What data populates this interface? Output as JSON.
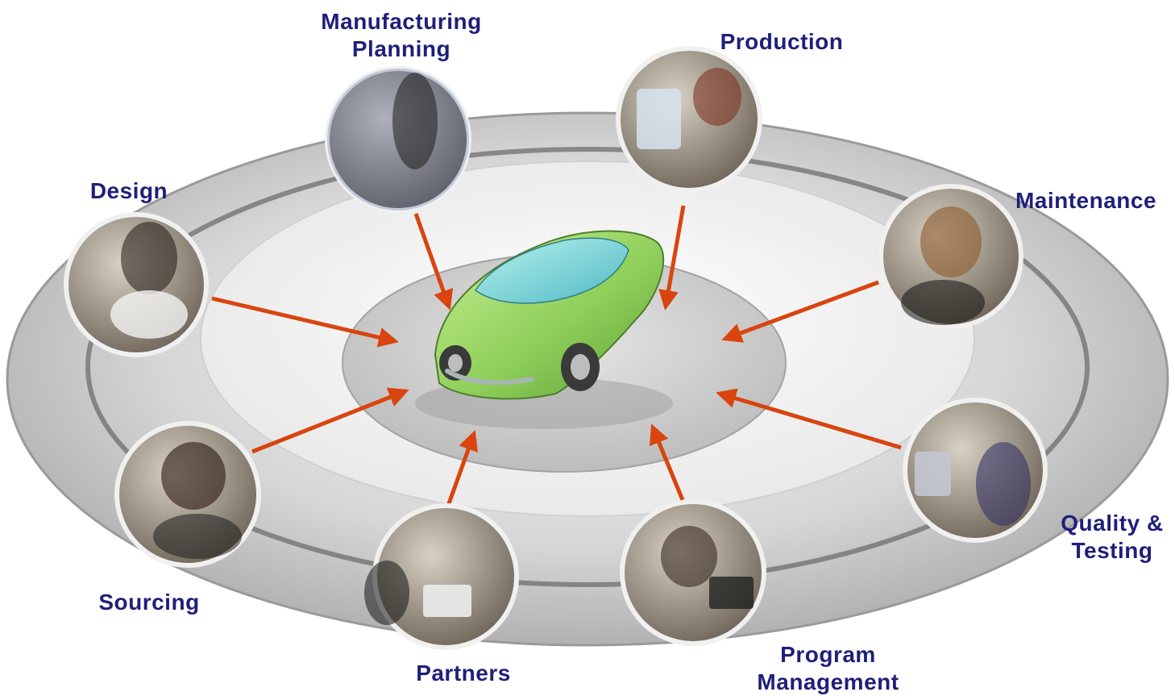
{
  "center": {
    "name": "car-model",
    "color": "#8fcf5a"
  },
  "nodes": [
    {
      "id": "manufacturing-planning",
      "label_lines": [
        "Manufacturing",
        "Planning"
      ],
      "photo": "presentation-meeting-photo"
    },
    {
      "id": "production",
      "label_lines": [
        "Production"
      ],
      "photo": "engineer-at-monitor-photo"
    },
    {
      "id": "design",
      "label_lines": [
        "Design"
      ],
      "photo": "designer-writing-photo"
    },
    {
      "id": "maintenance",
      "label_lines": [
        "Maintenance"
      ],
      "photo": "woman-with-phone-photo"
    },
    {
      "id": "sourcing",
      "label_lines": [
        "Sourcing"
      ],
      "photo": "woman-on-phone-photo"
    },
    {
      "id": "quality-testing",
      "label_lines": [
        "Quality &",
        "Testing"
      ],
      "photo": "team-at-screen-photo"
    },
    {
      "id": "partners",
      "label_lines": [
        "Partners"
      ],
      "photo": "business-meeting-photo"
    },
    {
      "id": "program-management",
      "label_lines": [
        "Program",
        "Management"
      ],
      "photo": "man-at-laptop-photo"
    }
  ],
  "colors": {
    "label": "#1f1f7a",
    "arrow": "#d9440f",
    "ring": "#c8c8c8",
    "ring_dark": "#6e6e6e"
  }
}
